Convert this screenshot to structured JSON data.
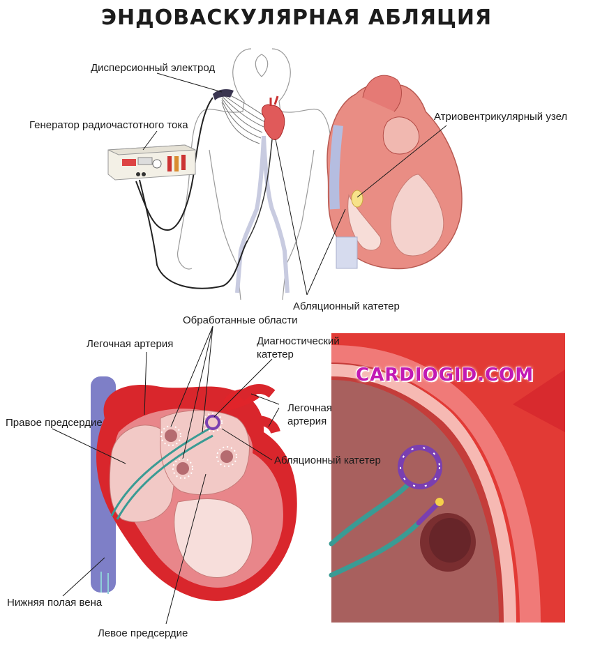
{
  "title": "ЭНДОВАСКУЛЯРНАЯ АБЛЯЦИЯ",
  "watermark": "CARDIOGID.COM",
  "labels": {
    "dispersive_electrode": "Дисперсионный электрод",
    "rf_generator": "Генератор радиочастотного тока",
    "av_node": "Атриовентрикулярный узел",
    "ablation_catheter_top": "Абляционный катетер",
    "treated_areas": "Обработанные области",
    "pulmonary_artery_left": "Легочная артерия",
    "diagnostic_catheter_line1": "Диагностический",
    "diagnostic_catheter_line2": "катетер",
    "right_atrium": "Правое предсердие",
    "pulmonary_artery_right_line1": "Легочная",
    "pulmonary_artery_right_line2": "артерия",
    "ablation_catheter_bottom": "Абляционный катетер",
    "inferior_vena_cava": "Нижняя полая вена",
    "left_atrium": "Левое предсердие"
  },
  "colors": {
    "heart_red": "#d9262c",
    "muscle_pink": "#e8868a",
    "chamber_pink": "#f2c9c6",
    "vein_purple": "#7e7fc7",
    "catheter_teal": "#3a9b94",
    "catheter_purple": "#7a3fb0",
    "watermark": "#c21ab4"
  }
}
